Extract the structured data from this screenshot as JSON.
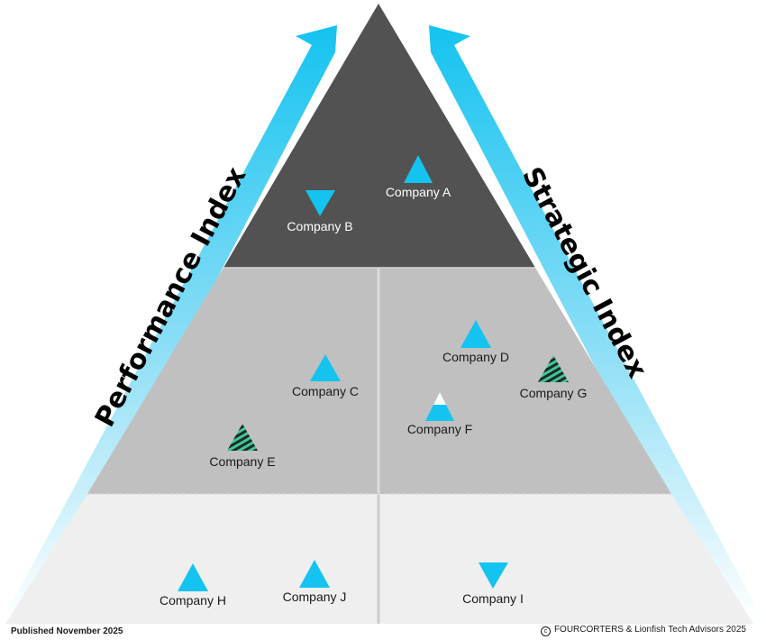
{
  "axes": {
    "left_label": "Performance Index",
    "right_label": "Strategic Index"
  },
  "companies": [
    {
      "id": "a",
      "label": "Company A",
      "marker": "up-solid"
    },
    {
      "id": "b",
      "label": "Company B",
      "marker": "down-solid"
    },
    {
      "id": "c",
      "label": "Company C",
      "marker": "up-solid"
    },
    {
      "id": "d",
      "label": "Company D",
      "marker": "up-solid"
    },
    {
      "id": "e",
      "label": "Company E",
      "marker": "up-striped"
    },
    {
      "id": "f",
      "label": "Company F",
      "marker": "up-half"
    },
    {
      "id": "g",
      "label": "Company G",
      "marker": "up-striped"
    },
    {
      "id": "h",
      "label": "Company H",
      "marker": "up-solid"
    },
    {
      "id": "i",
      "label": "Company I",
      "marker": "down-solid"
    },
    {
      "id": "j",
      "label": "Company J",
      "marker": "up-solid"
    }
  ],
  "colors": {
    "accent": "#14c3f0",
    "tier_top": "#525252",
    "tier_middle": "#c0c0c0",
    "tier_bottom": "#efefef",
    "stripe": "#3fc79a",
    "stripe_dark": "#1e2a24"
  },
  "footer": {
    "published": "Published November 2025",
    "copyright": "FOURCORTERS & Lionfish Tech Advisors 2025",
    "copyright_icon": "copyright-icon"
  }
}
